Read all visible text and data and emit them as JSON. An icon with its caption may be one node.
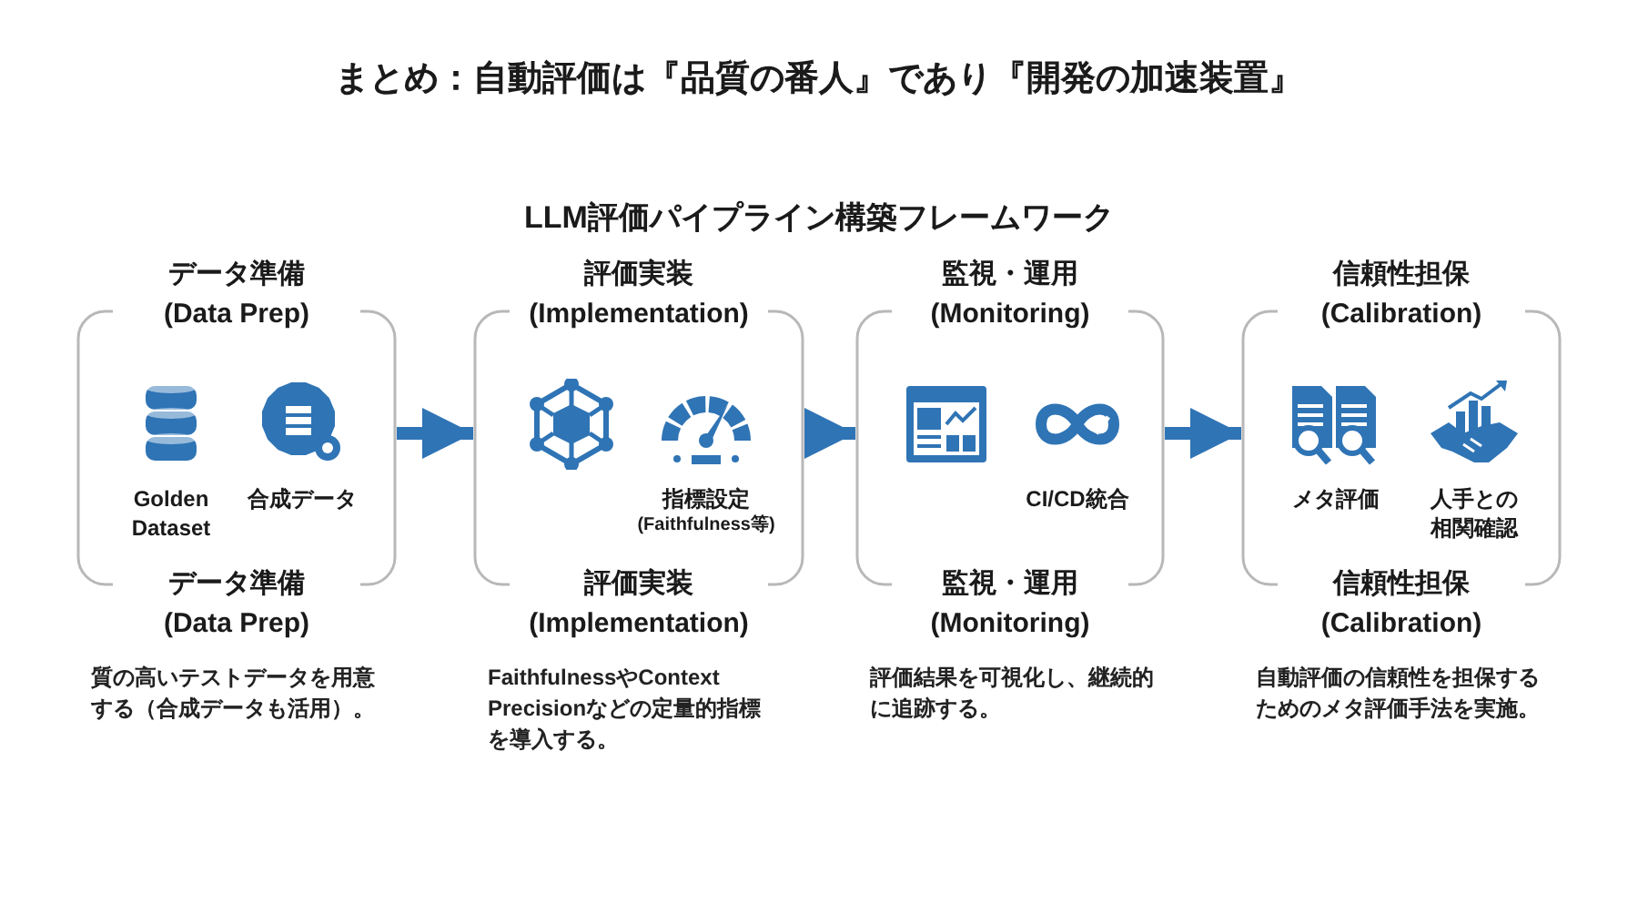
{
  "diagram": {
    "title": "まとめ：自動評価は『品質の番人』であり『開発の加速装置』",
    "nodes": [
      {
        "text": [
          "データ準備 (Data Prep)",
          "データ準備 (Data Prep)"
        ],
        "beside": [
          "質の高いテストデータを用意する（合成データも活用）。"
        ]
      },
      {
        "text": [
          "Golden Dataset"
        ],
        "in": 0
      },
      {
        "text": [
          "合成データ"
        ],
        "in": 0
      },
      {
        "text": [
          "評価実装 (Implementation)",
          "評価実装 (Implementation)"
        ],
        "beside": [
          "FaithfulnessやContext Precisionなどの定量的指標を導入する。"
        ]
      },
      {
        "text": [],
        "shape": "picture",
        "in": 3
      },
      {
        "text": [
          "指標設定",
          "(Faithfulness等)"
        ],
        "in": 3
      },
      {
        "text": [
          "監視・運用 (Monitoring)",
          "監視・運用 (Monitoring)"
        ],
        "beside": [
          "評価結果を可視化し、継続的に追跡する。"
        ]
      },
      {
        "text": [],
        "shape": "picture",
        "in": 6
      },
      {
        "text": [
          "CI/CD統合"
        ],
        "in": 6
      },
      {
        "text": [
          "信頼性担保 (Calibration)",
          "信頼性担保 (Calibration)"
        ],
        "beside": [
          "自動評価の信頼性を担保するためのメタ評価手法を実施。"
        ]
      },
      {
        "text": [
          "メタ評価"
        ],
        "in": 9
      },
      {
        "text": [
          "人手との相関確認"
        ],
        "in": 9
      }
    ],
    "edges": [
      {
        "from": 0,
        "to": 3,
        "arrow": "to"
      },
      {
        "from": 3,
        "to": 6,
        "arrow": "to"
      },
      {
        "from": 6,
        "to": 9,
        "arrow": "to"
      }
    ],
    "labels": [
      "LLM評価パイプライン構築フレームワーク"
    ]
  }
}
